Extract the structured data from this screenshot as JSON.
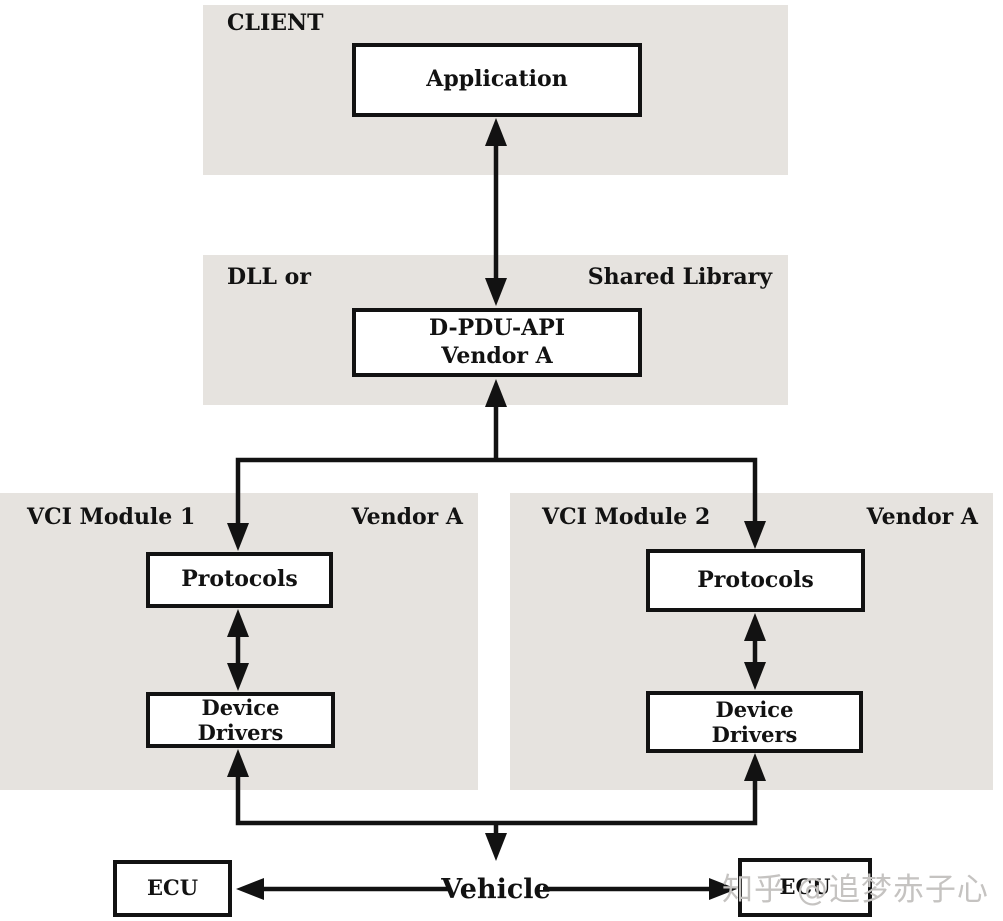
{
  "colors": {
    "panel": "#e6e3df",
    "line": "#121212",
    "box_bg": "#ffffff",
    "box_border": "#121212",
    "watermark": "#c5c3c1"
  },
  "panels": {
    "client": {
      "label": "CLIENT"
    },
    "dll": {
      "label_left": "DLL or",
      "label_right": "Shared Library"
    },
    "vci1": {
      "label_left": "VCI Module 1",
      "label_right": "Vendor A"
    },
    "vci2": {
      "label_left": "VCI Module 2",
      "label_right": "Vendor A"
    }
  },
  "nodes": {
    "application": {
      "label": "Application"
    },
    "dpdu_api": {
      "line1": "D-PDU-API",
      "line2": "Vendor A"
    },
    "protocols_1": {
      "label": "Protocols"
    },
    "device_drivers_1": {
      "line1": "Device",
      "line2": "Drivers"
    },
    "protocols_2": {
      "label": "Protocols"
    },
    "device_drivers_2": {
      "line1": "Device",
      "line2": "Drivers"
    },
    "ecu_left": {
      "label": "ECU"
    },
    "ecu_right": {
      "label": "ECU"
    },
    "vehicle": {
      "label": "Vehicle"
    }
  },
  "watermark": {
    "text": "知乎 @追梦赤子心"
  }
}
